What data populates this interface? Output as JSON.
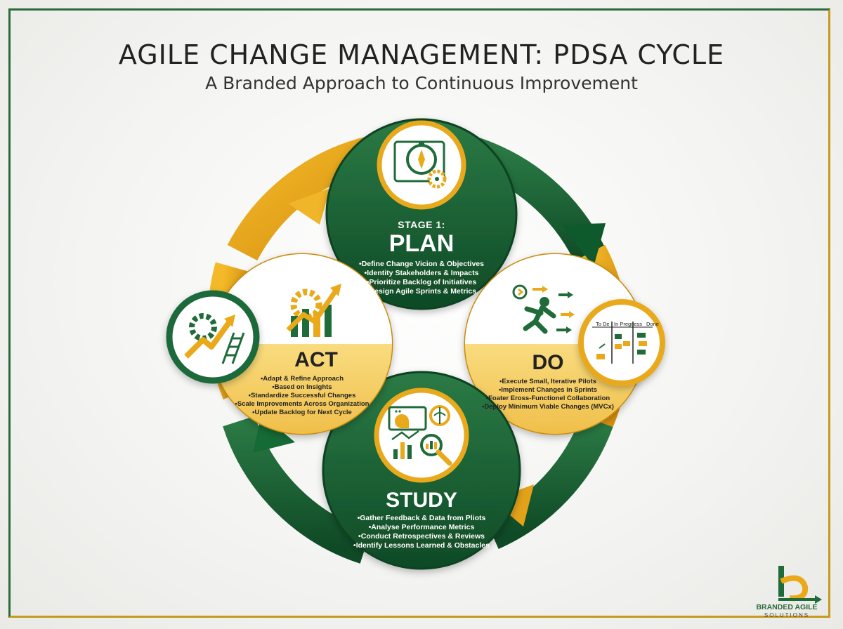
{
  "header": {
    "title": "AGILE CHANGE MANAGEMENT: PDSA CYCLE",
    "subtitle": "A Branded Approach to Continuous Improvement"
  },
  "colors": {
    "green": "#1f6b3a",
    "dark_green": "#0f4a26",
    "gold": "#e9a91a",
    "light_gold": "#f7cf63"
  },
  "stages": {
    "plan": {
      "label": "STAGE 1:",
      "name": "PLAN",
      "icon": "compass-map-gear-icon",
      "bullets": [
        "Define Change Vicion & Objectives",
        "Identity Stakeholders & Impacts",
        "Prioritize Backlog of Initiatives",
        "Design Agile Sprints & Metrics"
      ]
    },
    "do": {
      "name": "DO",
      "icon": "running-person-arrows-icon",
      "bullets": [
        "Execute Small, Iterative Pilots",
        "Implement Changes in Sprints",
        "Foater Eross-Functionel Collaboration",
        "Deploy Minimum Viable Changes (MVCx)"
      ],
      "kanban": {
        "icon": "kanban-board-icon",
        "columns": [
          "To De",
          "In Pregness",
          "Done"
        ]
      }
    },
    "study": {
      "name": "STUDY",
      "icon": "analytics-magnifier-brain-icon",
      "bullets": [
        "Gather Feedback & Data from Pliots",
        "Analyse Performance Metrics",
        "Conduct Retrospectives & Reviews",
        "Identify Lessons Learned & Obstacles"
      ]
    },
    "act": {
      "name": "ACT",
      "icon": "gear-rising-chart-icon",
      "bullets": [
        "Adapt & Refine Approach",
        "Based on Insights",
        "Standardize Successful Changes",
        "Scale Improvements Across Organization",
        "Update Backlog for Next Cycle"
      ],
      "badge_icon": "gear-arrow-ladder-icon"
    }
  },
  "logo": {
    "name": "BRANDED AGILE",
    "sub": "SOLUTIONS",
    "icon": "branded-agile-logo-icon"
  }
}
